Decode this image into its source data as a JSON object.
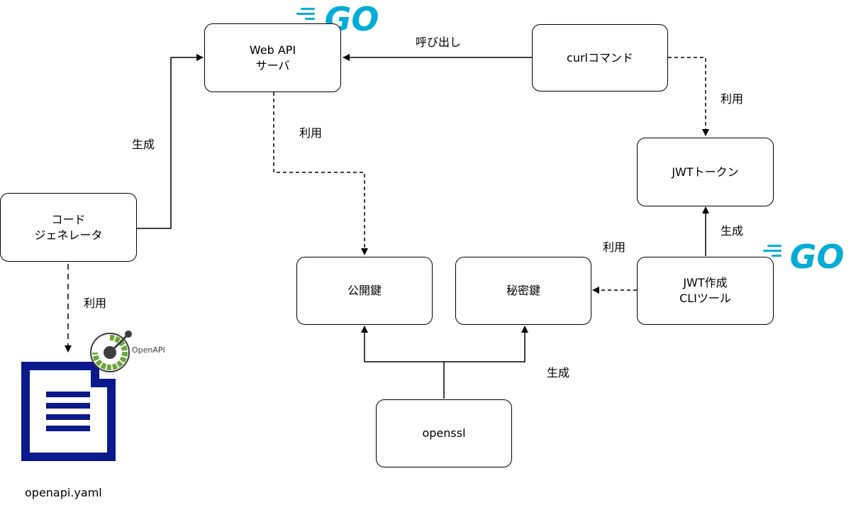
{
  "nodes": {
    "web_api_server": "Web API\nサーバ",
    "curl_command": "curlコマンド",
    "jwt_token": "JWTトークン",
    "code_generator": "コード\nジェネレータ",
    "public_key": "公開鍵",
    "private_key": "秘密鍵",
    "jwt_cli_tool": "JWT作成\nCLIツール",
    "openssl": "openssl"
  },
  "edge_labels": {
    "call": "呼び出し",
    "use_server_pubkey": "利用",
    "use_curl_token": "利用",
    "generate_codegen_server": "生成",
    "use_codegen_yaml": "利用",
    "generate_cli_token": "生成",
    "use_cli_privkey": "利用",
    "generate_openssl_keys": "生成"
  },
  "file": {
    "name": "openapi.yaml",
    "badge_text": "OpenAPI"
  },
  "logos": {
    "go_text": "GO"
  },
  "colors": {
    "go_blue": "#00ADD8",
    "doc_navy": "#0a1a8c",
    "openapi_green": "#6BA539",
    "openapi_dark": "#3d3d3d"
  }
}
